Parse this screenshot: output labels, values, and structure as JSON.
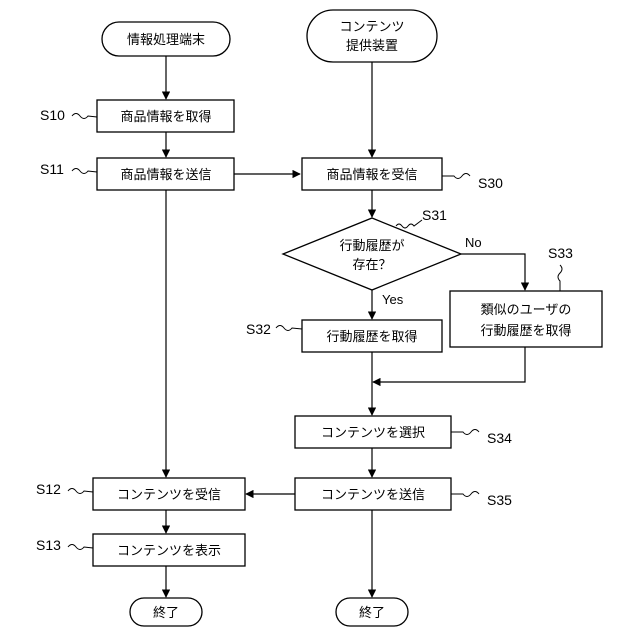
{
  "terminals": {
    "start_left": "情報処理端末",
    "start_right_line1": "コンテンツ",
    "start_right_line2": "提供装置",
    "end_left": "終了",
    "end_right": "終了"
  },
  "steps": {
    "s10": {
      "label": "S10",
      "text": "商品情報を取得"
    },
    "s11": {
      "label": "S11",
      "text": "商品情報を送信"
    },
    "s12": {
      "label": "S12",
      "text": "コンテンツを受信"
    },
    "s13": {
      "label": "S13",
      "text": "コンテンツを表示"
    },
    "s30": {
      "label": "S30",
      "text": "商品情報を受信"
    },
    "s31": {
      "label": "S31",
      "line1": "行動履歴が",
      "line2": "存在？"
    },
    "s32": {
      "label": "S32",
      "text": "行動履歴を取得"
    },
    "s33": {
      "label": "S33",
      "line1": "類似のユーザの",
      "line2": "行動履歴を取得"
    },
    "s34": {
      "label": "S34",
      "text": "コンテンツを選択"
    },
    "s35": {
      "label": "S35",
      "text": "コンテンツを送信"
    }
  },
  "branches": {
    "yes": "Yes",
    "no": "No"
  }
}
